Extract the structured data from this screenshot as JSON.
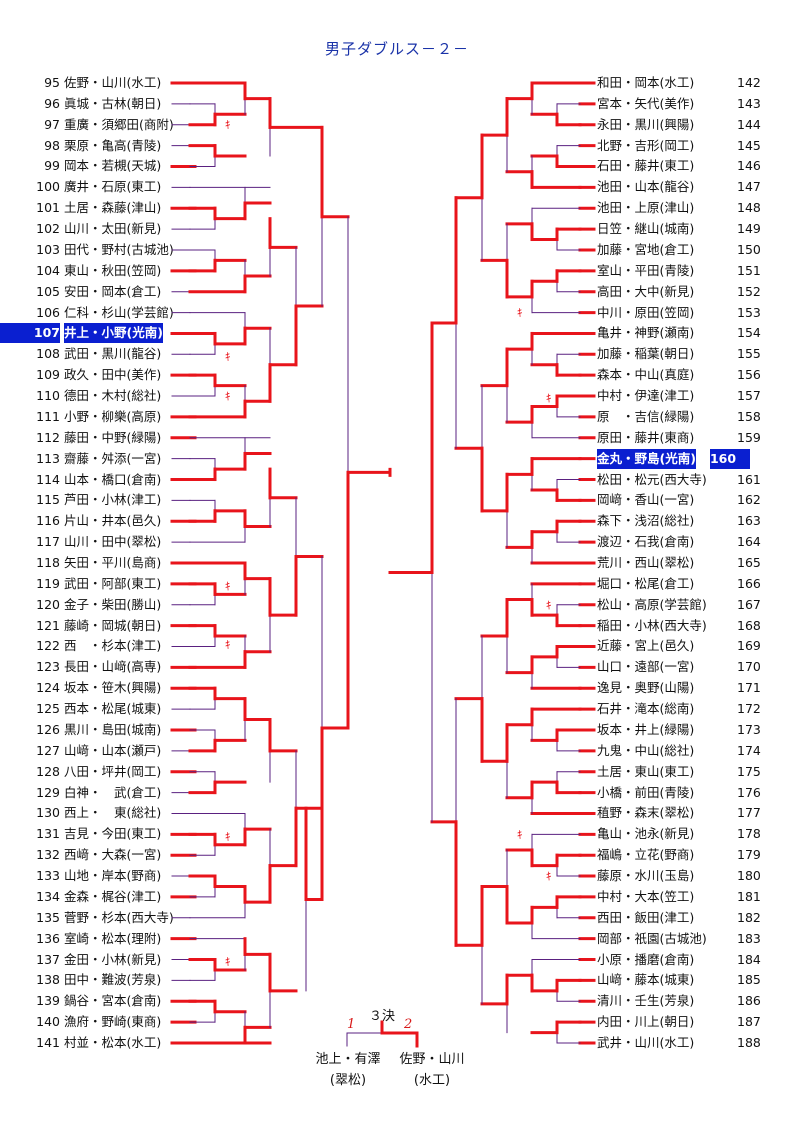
{
  "title": "男子ダブルス－２－",
  "left_entries": [
    {
      "num": "95",
      "name": "佐野・山川(水工)"
    },
    {
      "num": "96",
      "name": "眞城・古林(朝日)"
    },
    {
      "num": "97",
      "name": "重廣・須郷田(商附)"
    },
    {
      "num": "98",
      "name": "栗原・亀高(青陵)"
    },
    {
      "num": "99",
      "name": "岡本・若槻(天城)"
    },
    {
      "num": "100",
      "name": "廣井・石原(東工)"
    },
    {
      "num": "101",
      "name": "土居・森藤(津山)"
    },
    {
      "num": "102",
      "name": "山川・太田(新見)"
    },
    {
      "num": "103",
      "name": "田代・野村(古城池)"
    },
    {
      "num": "104",
      "name": "東山・秋田(笠岡)"
    },
    {
      "num": "105",
      "name": "安田・岡本(倉工)"
    },
    {
      "num": "106",
      "name": "仁科・杉山(学芸館)"
    },
    {
      "num": "107",
      "name": "井上・小野(光南)",
      "hl": true
    },
    {
      "num": "108",
      "name": "武田・黒川(龍谷)"
    },
    {
      "num": "109",
      "name": "政久・田中(美作)"
    },
    {
      "num": "110",
      "name": "德田・木村(総社)"
    },
    {
      "num": "111",
      "name": "小野・柳樂(高原)"
    },
    {
      "num": "112",
      "name": "藤田・中野(緑陽)"
    },
    {
      "num": "113",
      "name": "齋藤・舛添(一宮)"
    },
    {
      "num": "114",
      "name": "山本・橋口(倉南)"
    },
    {
      "num": "115",
      "name": "芦田・小林(津工)"
    },
    {
      "num": "116",
      "name": "片山・井本(邑久)"
    },
    {
      "num": "117",
      "name": "山川・田中(翠松)"
    },
    {
      "num": "118",
      "name": "矢田・平川(島商)"
    },
    {
      "num": "119",
      "name": "武田・阿部(東工)"
    },
    {
      "num": "120",
      "name": "金子・柴田(勝山)"
    },
    {
      "num": "121",
      "name": "藤崎・岡城(朝日)"
    },
    {
      "num": "122",
      "name": "西　・杉本(津工)"
    },
    {
      "num": "123",
      "name": "長田・山﨑(高専)"
    },
    {
      "num": "124",
      "name": "坂本・笹木(興陽)"
    },
    {
      "num": "125",
      "name": "西本・松尾(城東)"
    },
    {
      "num": "126",
      "name": "黒川・島田(城南)"
    },
    {
      "num": "127",
      "name": "山﨑・山本(瀬戸)"
    },
    {
      "num": "128",
      "name": "八田・坪井(岡工)"
    },
    {
      "num": "129",
      "name": "白神・　武(倉工)"
    },
    {
      "num": "130",
      "name": "西上・　東(総社)"
    },
    {
      "num": "131",
      "name": "吉見・今田(東工)"
    },
    {
      "num": "132",
      "name": "西﨑・大森(一宮)"
    },
    {
      "num": "133",
      "name": "山地・岸本(野商)"
    },
    {
      "num": "134",
      "name": "金森・梶谷(津工)"
    },
    {
      "num": "135",
      "name": "菅野・杉本(西大寺)"
    },
    {
      "num": "136",
      "name": "室崎・松本(理附)"
    },
    {
      "num": "137",
      "name": "金田・小林(新見)"
    },
    {
      "num": "138",
      "name": "田中・難波(芳泉)"
    },
    {
      "num": "139",
      "name": "鍋谷・宮本(倉南)"
    },
    {
      "num": "140",
      "name": "漁府・野崎(東商)"
    },
    {
      "num": "141",
      "name": "村並・松本(水工)"
    }
  ],
  "right_entries": [
    {
      "num": "142",
      "name": "和田・岡本(水工)"
    },
    {
      "num": "143",
      "name": "宮本・矢代(美作)"
    },
    {
      "num": "144",
      "name": "永田・黒川(興陽)"
    },
    {
      "num": "145",
      "name": "北野・吉形(岡工)"
    },
    {
      "num": "146",
      "name": "石田・藤井(東工)"
    },
    {
      "num": "147",
      "name": "池田・山本(龍谷)"
    },
    {
      "num": "148",
      "name": "池田・上原(津山)"
    },
    {
      "num": "149",
      "name": "日笠・継山(城南)"
    },
    {
      "num": "150",
      "name": "加藤・宮地(倉工)"
    },
    {
      "num": "151",
      "name": "室山・平田(青陵)"
    },
    {
      "num": "152",
      "name": "高田・大中(新見)"
    },
    {
      "num": "153",
      "name": "中川・原田(笠岡)"
    },
    {
      "num": "154",
      "name": "亀井・神野(瀬南)"
    },
    {
      "num": "155",
      "name": "加藤・稲葉(朝日)"
    },
    {
      "num": "156",
      "name": "森本・中山(真庭)"
    },
    {
      "num": "157",
      "name": "中村・伊達(津工)"
    },
    {
      "num": "158",
      "name": "原　・吉信(緑陽)"
    },
    {
      "num": "159",
      "name": "原田・藤井(東商)"
    },
    {
      "num": "160",
      "name": "金丸・野島(光南)",
      "hl": true
    },
    {
      "num": "161",
      "name": "松田・松元(西大寺)"
    },
    {
      "num": "162",
      "name": "岡﨑・香山(一宮)"
    },
    {
      "num": "163",
      "name": "森下・浅沼(総社)"
    },
    {
      "num": "164",
      "name": "渡辺・石我(倉南)"
    },
    {
      "num": "165",
      "name": "荒川・西山(翠松)"
    },
    {
      "num": "166",
      "name": "堀口・松尾(倉工)"
    },
    {
      "num": "167",
      "name": "松山・高原(学芸館)"
    },
    {
      "num": "168",
      "name": "稲田・小林(西大寺)"
    },
    {
      "num": "169",
      "name": "近藤・宮上(邑久)"
    },
    {
      "num": "170",
      "name": "山口・遠部(一宮)"
    },
    {
      "num": "171",
      "name": "逸見・奥野(山陽)"
    },
    {
      "num": "172",
      "name": "石井・滝本(総南)"
    },
    {
      "num": "173",
      "name": "坂本・井上(緑陽)"
    },
    {
      "num": "174",
      "name": "九鬼・中山(総社)"
    },
    {
      "num": "175",
      "name": "土居・東山(東工)"
    },
    {
      "num": "176",
      "name": "小橋・前田(青陵)"
    },
    {
      "num": "177",
      "name": "稙野・森末(翠松)"
    },
    {
      "num": "178",
      "name": "亀山・池永(新見)"
    },
    {
      "num": "179",
      "name": "福嶋・立花(野商)"
    },
    {
      "num": "180",
      "name": "藤原・水川(玉島)"
    },
    {
      "num": "181",
      "name": "中村・大本(笠工)"
    },
    {
      "num": "182",
      "name": "西田・飯田(津工)"
    },
    {
      "num": "183",
      "name": "岡部・祇園(古城池)"
    },
    {
      "num": "184",
      "name": "小原・播磨(倉南)"
    },
    {
      "num": "185",
      "name": "山﨑・藤本(城東)"
    },
    {
      "num": "186",
      "name": "清川・壬生(芳泉)"
    },
    {
      "num": "187",
      "name": "内田・川上(朝日)"
    },
    {
      "num": "188",
      "name": "武井・山川(水工)"
    }
  ],
  "third_place": {
    "label": "３決",
    "rank1": "1",
    "rank2": "2",
    "player1_name": "池上・有澤",
    "player1_school": "(翠松)",
    "player2_name": "佐野・山川",
    "player2_school": "(水工)"
  },
  "forfeit_mark": "ｷ",
  "colors": {
    "win": "#e8141b",
    "loss": "#5a2080",
    "highlight": "#0a1fd0",
    "title": "#1a33a8"
  }
}
